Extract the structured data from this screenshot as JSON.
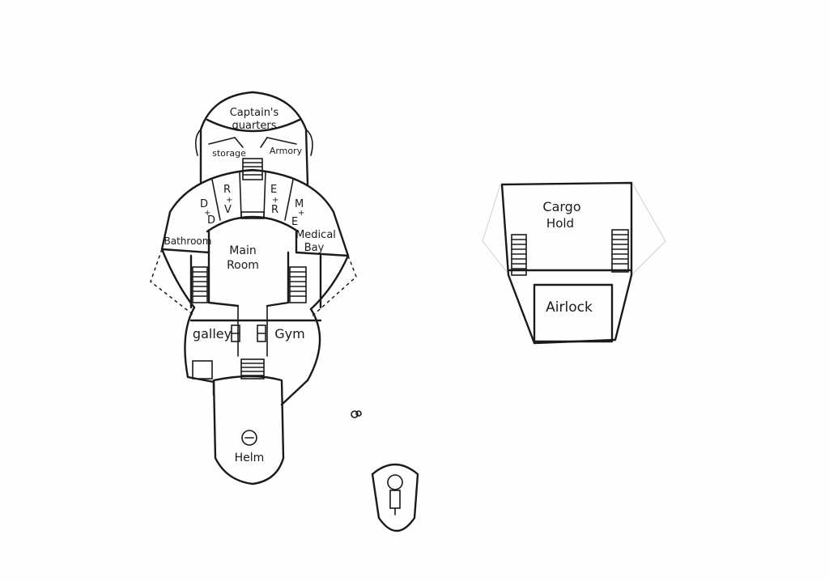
{
  "labels": {
    "captains_quarters_line1": "Captain's",
    "captains_quarters_line2": "quarters",
    "storage": "storage",
    "armory": "Armory",
    "d_d_1": "D",
    "d_d_2": "+",
    "d_d_3": "D",
    "r_v_1": "R",
    "r_v_2": "+",
    "r_v_3": "V",
    "e_r_1": "E",
    "e_r_2": "+",
    "e_r_3": "R",
    "m_e_1": "M",
    "m_e_2": "+",
    "m_e_3": "E",
    "bathroom": "Bathroom",
    "medical_line1": "Medical",
    "medical_line2": "Bay",
    "main_line1": "Main",
    "main_line2": "Room",
    "galley": "galley",
    "gym": "Gym",
    "helm": "Helm",
    "cargo_line1": "Cargo",
    "cargo_line2": "Hold",
    "airlock": "Airlock"
  },
  "colors": {
    "ink": "#1a1a1a",
    "paper": "#fefefe"
  }
}
